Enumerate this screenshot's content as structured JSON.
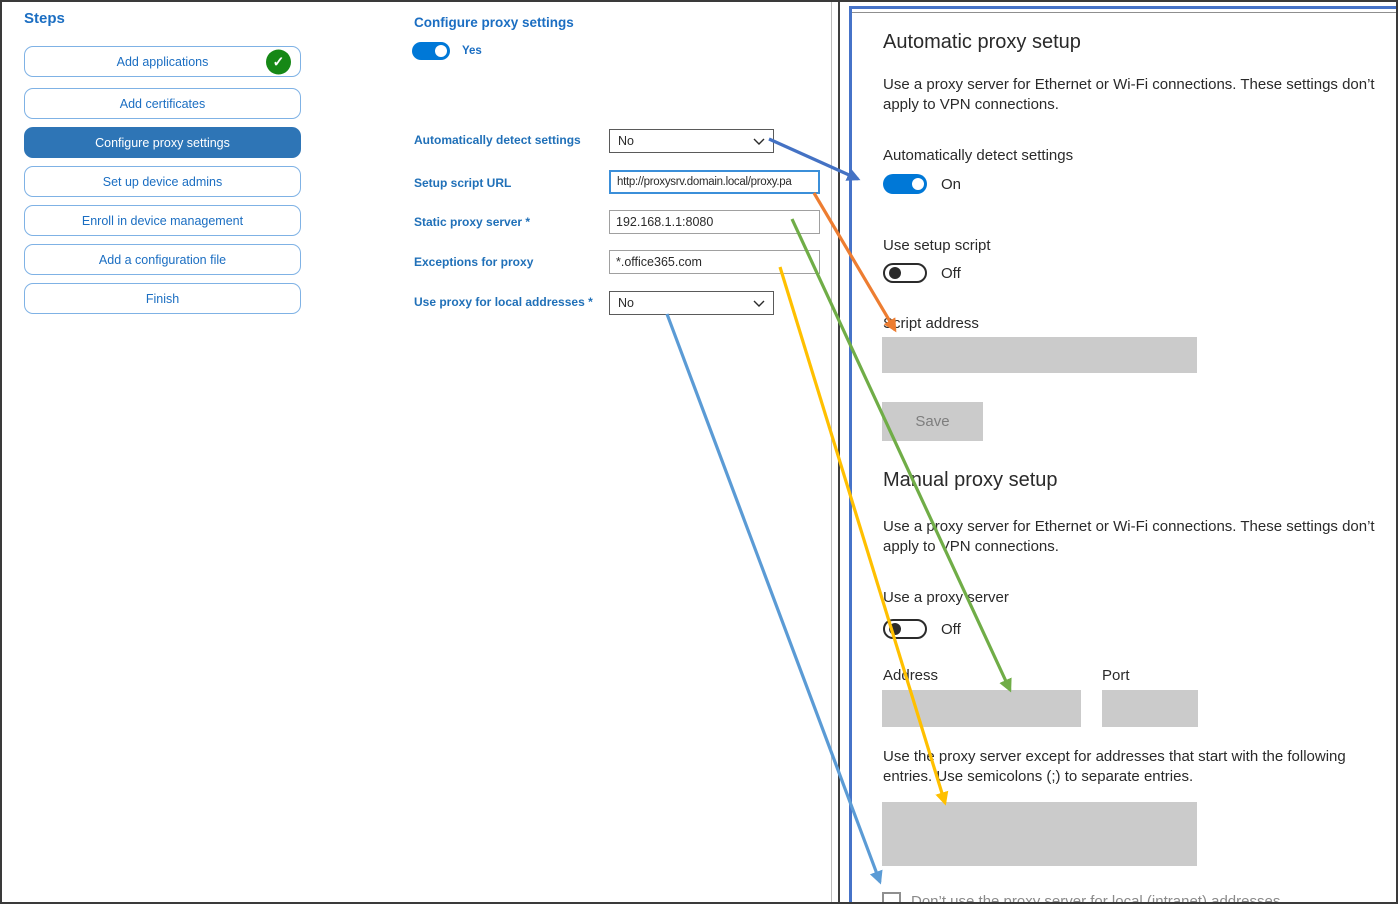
{
  "sidebar": {
    "title": "Steps",
    "items": [
      {
        "label": "Add applications",
        "completed": true
      },
      {
        "label": "Add certificates"
      },
      {
        "label": "Configure proxy settings",
        "active": true
      },
      {
        "label": "Set up device admins"
      },
      {
        "label": "Enroll in device management"
      },
      {
        "label": "Add a configuration file"
      },
      {
        "label": "Finish"
      }
    ]
  },
  "form": {
    "title": "Configure proxy settings",
    "toggle_state": "Yes",
    "fields": [
      {
        "label": "Automatically detect settings",
        "type": "select",
        "value": "No"
      },
      {
        "label": "Setup script URL",
        "type": "text",
        "value": "http://proxysrv.domain.local/proxy.pa"
      },
      {
        "label": "Static proxy server *",
        "type": "text",
        "value": "192.168.1.1:8080"
      },
      {
        "label": "Exceptions for proxy",
        "type": "text",
        "value": "*.office365.com"
      },
      {
        "label": "Use proxy for local addresses *",
        "type": "select",
        "value": "No"
      }
    ]
  },
  "panel": {
    "automatic": {
      "heading": "Automatic proxy setup",
      "description": "Use a proxy server for Ethernet or Wi-Fi connections. These settings don’t apply to VPN connections.",
      "detect_label": "Automatically detect settings",
      "detect_state": "On",
      "script_toggle_label": "Use setup script",
      "script_toggle_state": "Off",
      "script_address_label": "Script address",
      "save_button": "Save"
    },
    "manual": {
      "heading": "Manual proxy setup",
      "description": "Use a proxy server for Ethernet or Wi-Fi connections. These settings don’t apply to VPN connections.",
      "proxy_toggle_label": "Use a proxy server",
      "proxy_toggle_state": "Off",
      "address_label": "Address",
      "port_label": "Port",
      "exceptions_text": "Use the proxy server except for addresses that start with the following entries. Use semicolons (;) to separate entries.",
      "local_checkbox_label": "Don’t use the proxy server for local (intranet) addresses"
    }
  },
  "arrows": [
    {
      "name": "detect-settings-link",
      "color": "#4472c4"
    },
    {
      "name": "script-url-link",
      "color": "#ed7d31"
    },
    {
      "name": "static-proxy-link",
      "color": "#70ad47"
    },
    {
      "name": "exceptions-link",
      "color": "#ffc000"
    },
    {
      "name": "local-addresses-link",
      "color": "#5b9bd5"
    }
  ],
  "colors": {
    "accent_blue": "#1b6ec2",
    "selected_step": "#2e75b6",
    "toggle_on": "#0078d7",
    "completed_green": "#168816",
    "panel_border": "#4673c8",
    "gray_input": "#cbcbcb"
  }
}
